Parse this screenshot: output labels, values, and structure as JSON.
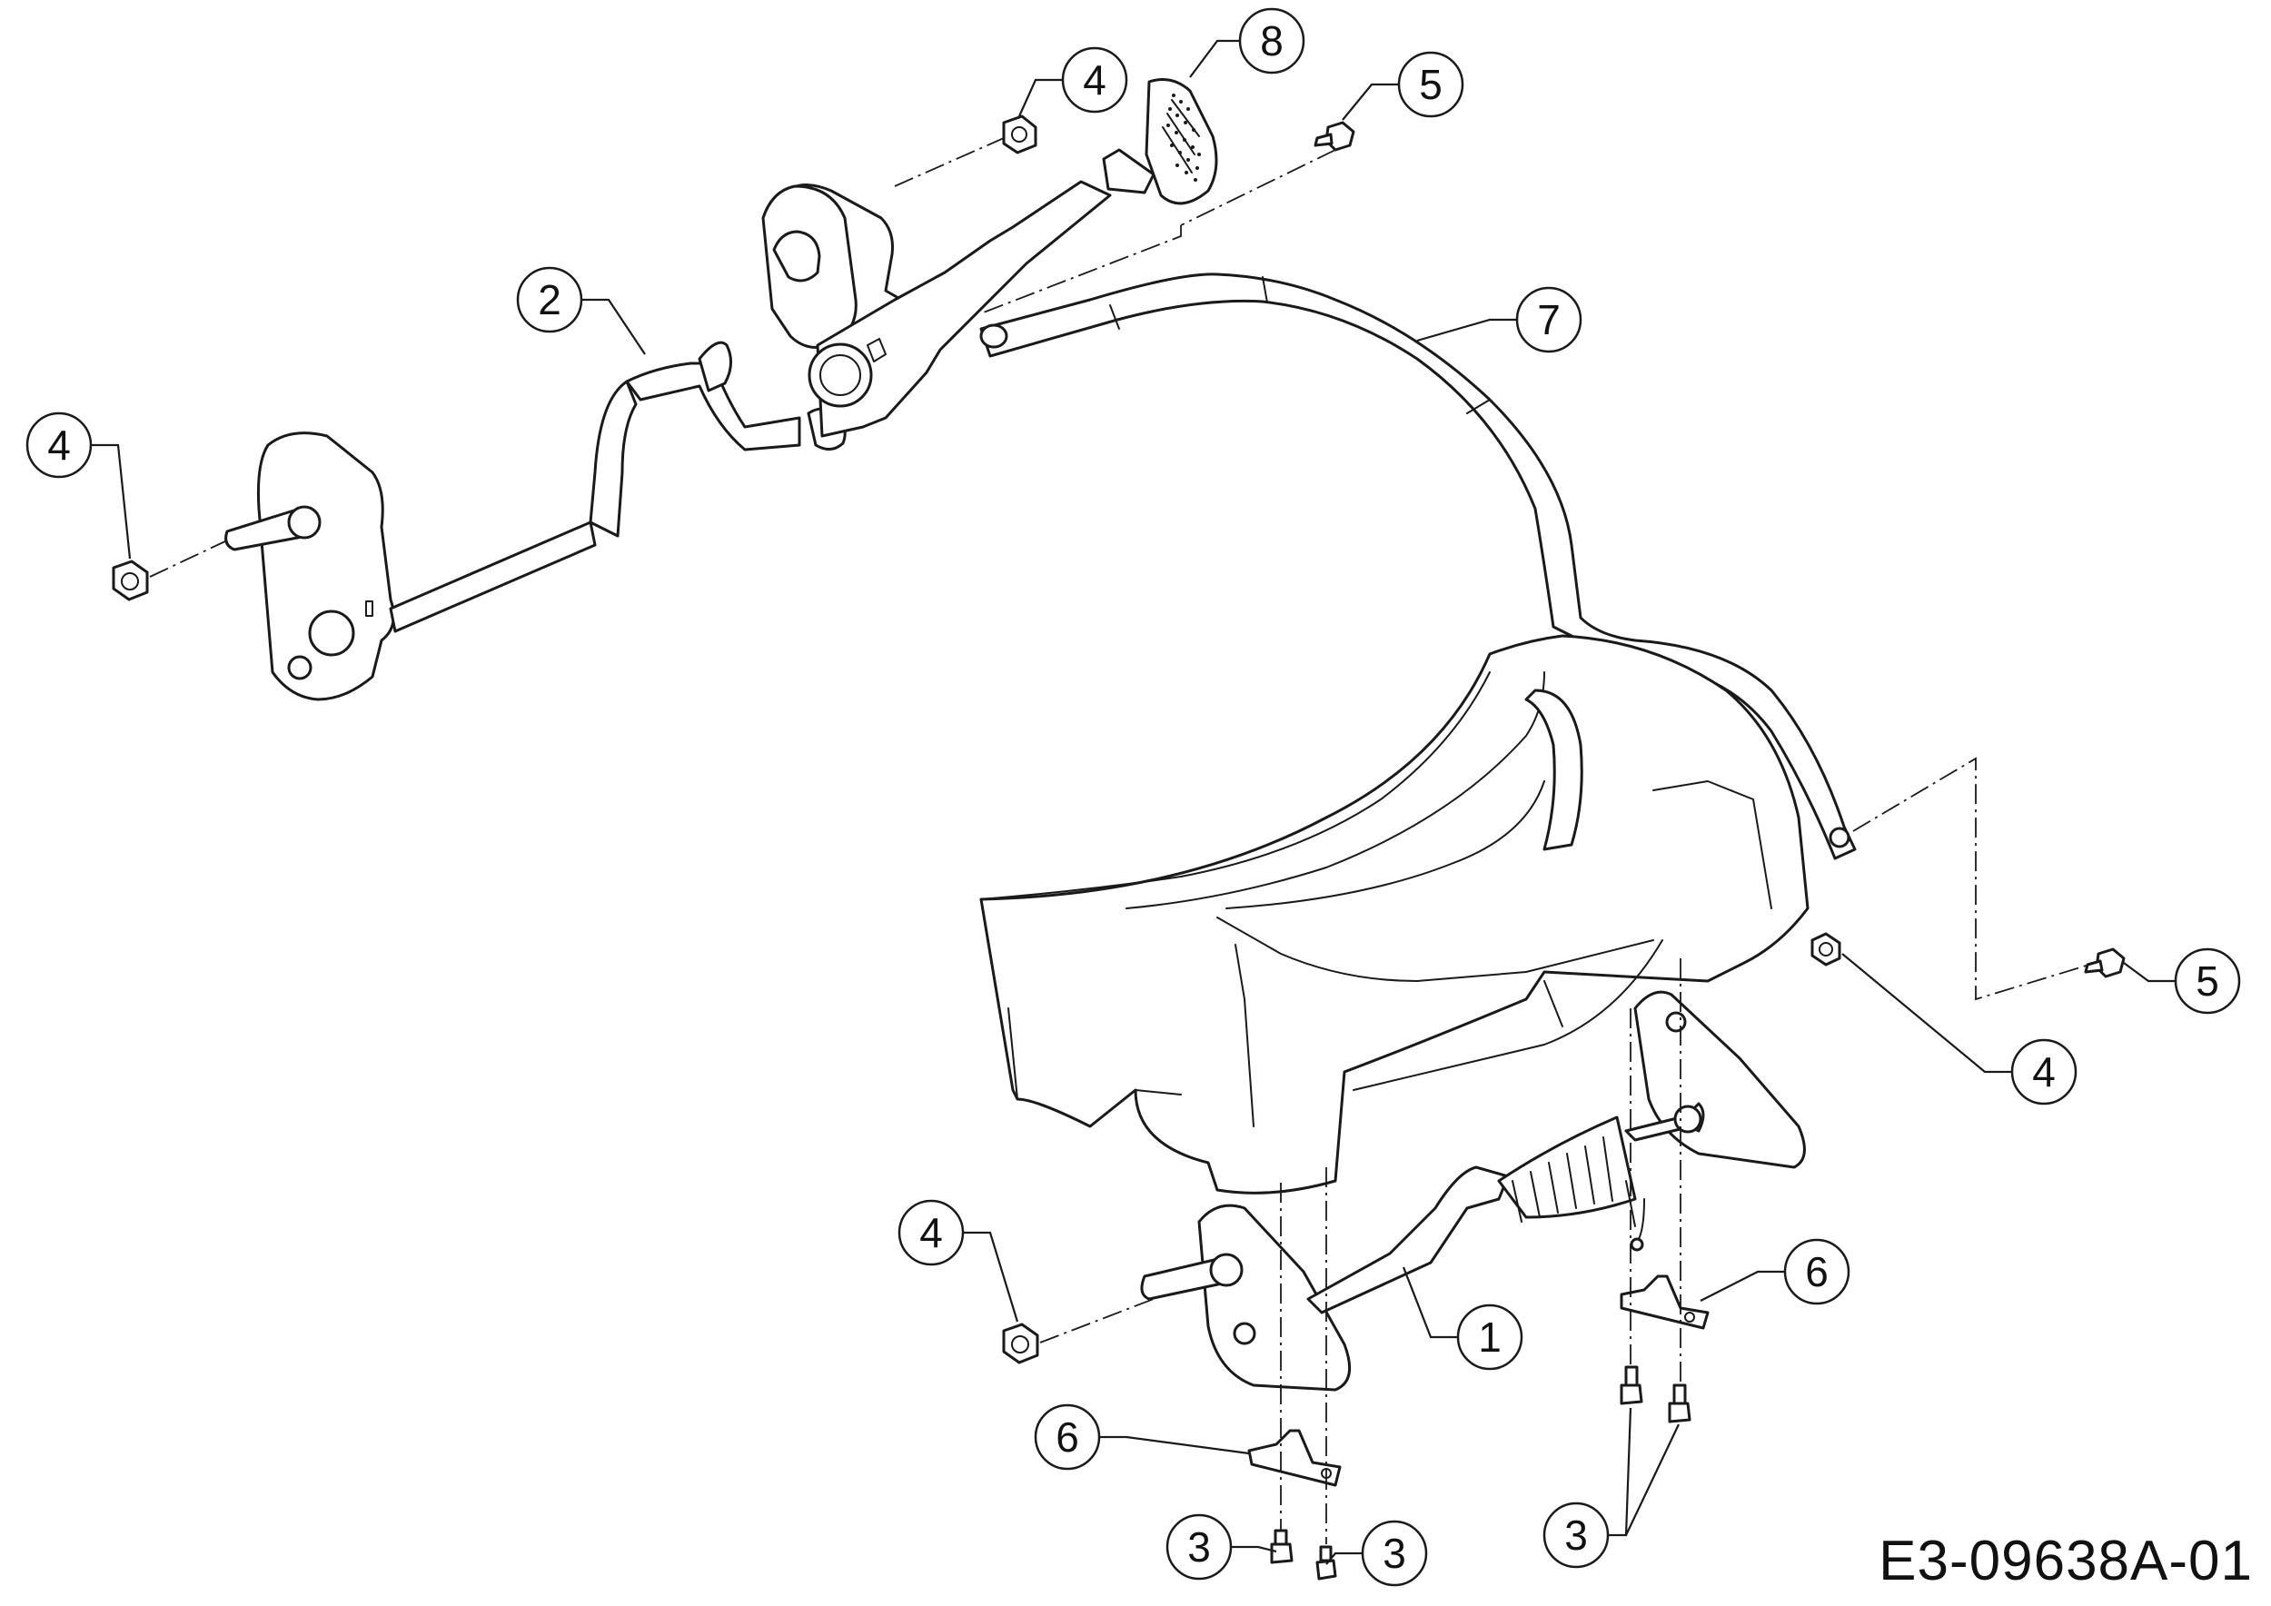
{
  "diagram": {
    "code": "E3-09638A-01",
    "callouts": [
      {
        "id": "c8",
        "label": "8",
        "part": "adjuster-handle-grip"
      },
      {
        "id": "c4a",
        "label": "4",
        "part": "flange-nut"
      },
      {
        "id": "c5a",
        "label": "5",
        "part": "screw"
      },
      {
        "id": "c2",
        "label": "2",
        "part": "rear-height-adjuster-axle"
      },
      {
        "id": "c7",
        "label": "7",
        "part": "height-adjuster-lever"
      },
      {
        "id": "c4b",
        "label": "4",
        "part": "flange-nut"
      },
      {
        "id": "c5b",
        "label": "5",
        "part": "screw"
      },
      {
        "id": "c4c",
        "label": "4",
        "part": "flange-nut"
      },
      {
        "id": "c4d",
        "label": "4",
        "part": "flange-nut"
      },
      {
        "id": "c6a",
        "label": "6",
        "part": "axle-clamp"
      },
      {
        "id": "c1",
        "label": "1",
        "part": "front-height-adjuster-axle"
      },
      {
        "id": "c6b",
        "label": "6",
        "part": "axle-clamp"
      },
      {
        "id": "c3a",
        "label": "3",
        "part": "screw"
      },
      {
        "id": "c3b",
        "label": "3",
        "part": "screw"
      },
      {
        "id": "c3c",
        "label": "3",
        "part": "screw"
      }
    ]
  }
}
